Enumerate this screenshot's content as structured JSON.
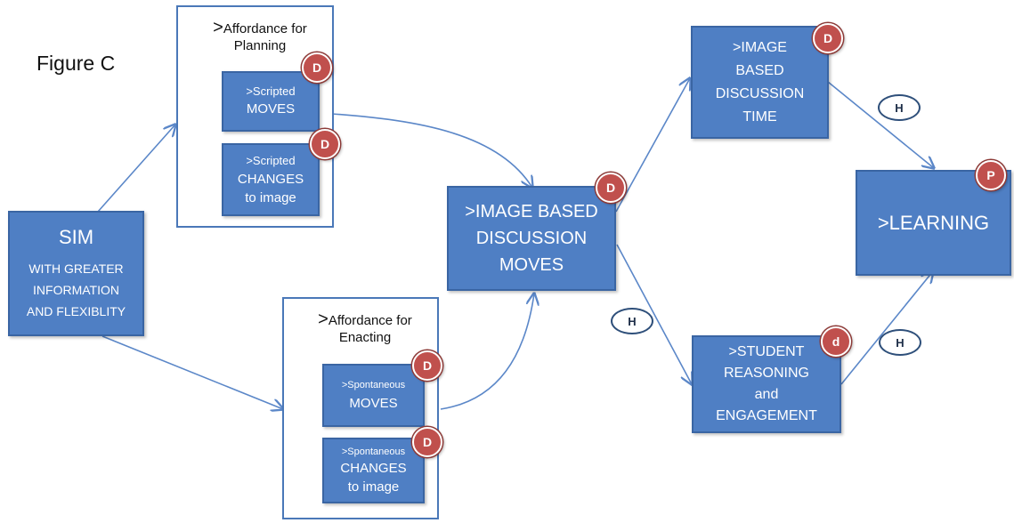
{
  "figure_title": "Figure C",
  "sim": {
    "title": "SIM",
    "lines": [
      "WITH GREATER",
      "INFORMATION",
      "AND FLEXIBLITY"
    ]
  },
  "planning": {
    "label_prefix": ">",
    "label_lines": [
      "Affordance for",
      "Planning"
    ],
    "scripted_moves": {
      "line1": ">Scripted",
      "line2": "MOVES",
      "badge": "D"
    },
    "scripted_changes": {
      "line1": ">Scripted",
      "line2": "CHANGES",
      "line3": "to image",
      "badge": "D"
    }
  },
  "enacting": {
    "label_prefix": ">",
    "label_lines": [
      "Affordance for",
      "Enacting"
    ],
    "spontaneous_moves": {
      "line1": ">Spontaneous",
      "line2": "MOVES",
      "badge": "D"
    },
    "spontaneous_changes": {
      "line1": ">Spontaneous",
      "line2": "CHANGES",
      "line3": "to image",
      "badge": "D"
    }
  },
  "discussion_moves": {
    "lines": [
      ">IMAGE BASED",
      "DISCUSSION",
      "MOVES"
    ],
    "badge": "D"
  },
  "discussion_time": {
    "lines": [
      ">IMAGE",
      "BASED",
      "DISCUSSION",
      "TIME"
    ],
    "badge": "D"
  },
  "student_reasoning": {
    "lines": [
      ">STUDENT",
      "REASONING",
      "and",
      "ENGAGEMENT"
    ],
    "badge": "d"
  },
  "learning": {
    "label": ">LEARNING",
    "badge": "P"
  },
  "h_labels": {
    "time_to_learning": "H",
    "moves_to_student": "H",
    "student_to_learning": "H"
  },
  "colors": {
    "box_fill": "#4f7fc4",
    "box_border": "#3a65a3",
    "arrow": "#5b87c8",
    "badge_red": "#c0504d"
  }
}
